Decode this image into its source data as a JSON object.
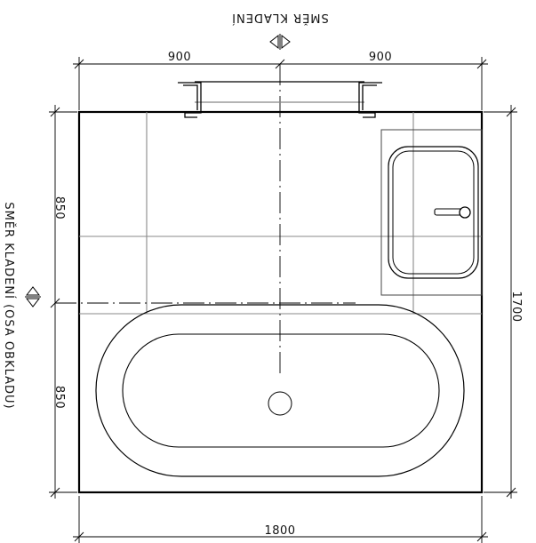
{
  "drawing": {
    "top_label": "SMĚR KLADENÍ",
    "side_label": "SMĚR KLADENÍ (OSA OBKLADU)",
    "dimensions": {
      "top_left": "900",
      "top_right": "900",
      "bottom": "1800",
      "left_upper": "850",
      "left_lower": "850",
      "right": "1700"
    }
  }
}
